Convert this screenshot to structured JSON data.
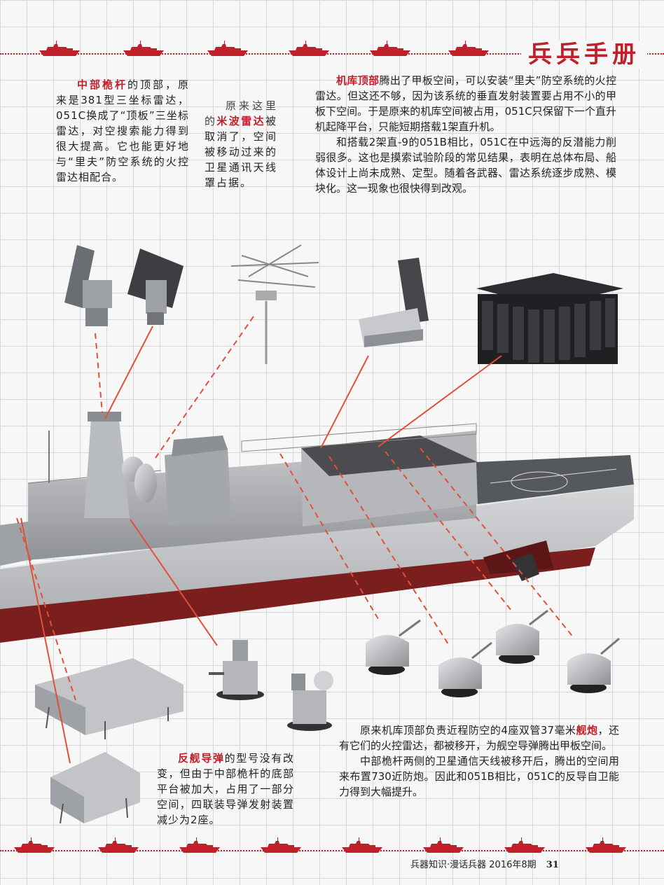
{
  "header": {
    "section_title": "兵兵手册"
  },
  "callouts": {
    "mast": {
      "highlight": "中部桅杆",
      "body": "的顶部，原来是381型三坐标雷达，051C换成了“顶板”三坐标雷达，对空搜索能力得到很大提高。它也能更好地与“里夫”防空系统的火控雷达相配合。"
    },
    "meter_radar": {
      "lead": "原来这里的",
      "highlight": "米波雷达",
      "body": "被取消了，空间被移动过来的卫星通讯天线罩占据。"
    },
    "hangar": {
      "highlight": "机库顶部",
      "body": "腾出了甲板空间，可以安装“里夫”防空系统的火控雷达。但这还不够，因为该系统的垂直发射装置要占用不小的甲板下空间。于是原来的机库空间被占用，051C只保留下一个直升机起降平台，只能短期搭载1架直升机。",
      "para2": "和搭载2架直-9的051B相比，051C在中远海的反潜能力削弱很多。这也是摸索试验阶段的常见结果，表明在总体布局、船体设计上尚未成熟、定型。随着各武器、雷达系统逐步成熟、模块化。这一现象也很快得到改观。"
    },
    "guns": {
      "lead": "原来机库顶部负责近程防空的4座双管37毫米",
      "highlight": "舰炮",
      "body": "，还有它们的火控雷达，都被移开，为舰空导弹腾出甲板空间。",
      "para2": "中部桅杆两侧的卫星通信天线被移开后，腾出的空间用来布置730近防炮。因此和051B相比，051C的反导自卫能力得到大幅提升。"
    },
    "missile": {
      "highlight": "反舰导弹",
      "body": "的型号没有改变，但由于中部桅杆的底部平台被加大，占用了一部分空间，四联装导弹发射装置减少为2座。"
    }
  },
  "footer": {
    "magazine": "兵器知识·漫话兵器",
    "issue": "2016年8期",
    "page_number": "31"
  },
  "colors": {
    "accent": "#c0202a",
    "hull_grey": "#c9cacc",
    "hull_red": "#7a1e1e",
    "leader_line": "#e0503a"
  }
}
